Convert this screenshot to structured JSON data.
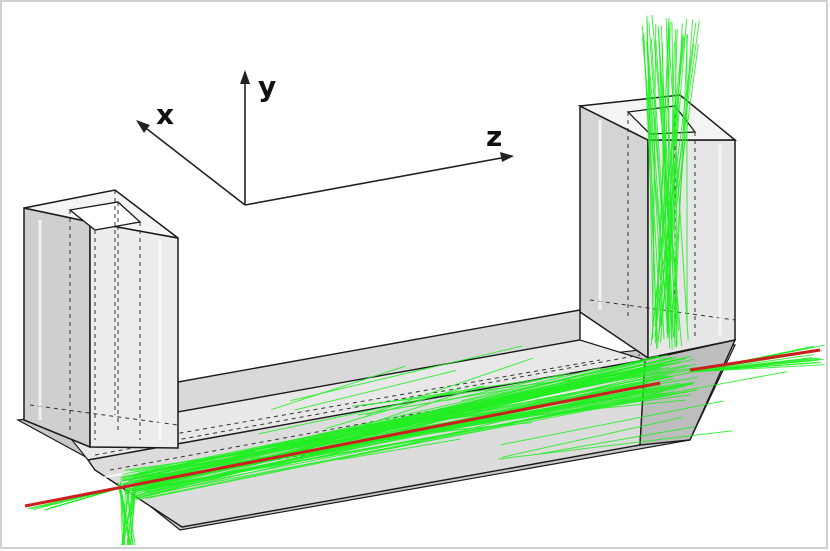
{
  "axes": {
    "x_label": "x",
    "y_label": "y",
    "z_label": "z"
  },
  "colors": {
    "beam": "#22ee22",
    "axis_ray": "#cc1f1f",
    "outline": "#1a1a1a",
    "face_light": "#eeeeee",
    "face_mid": "#d6d6d6",
    "face_dark": "#b4b4b4"
  },
  "icons": {
    "frame": "u-shaped-light-guide",
    "rays": "green-ray-bundle"
  }
}
